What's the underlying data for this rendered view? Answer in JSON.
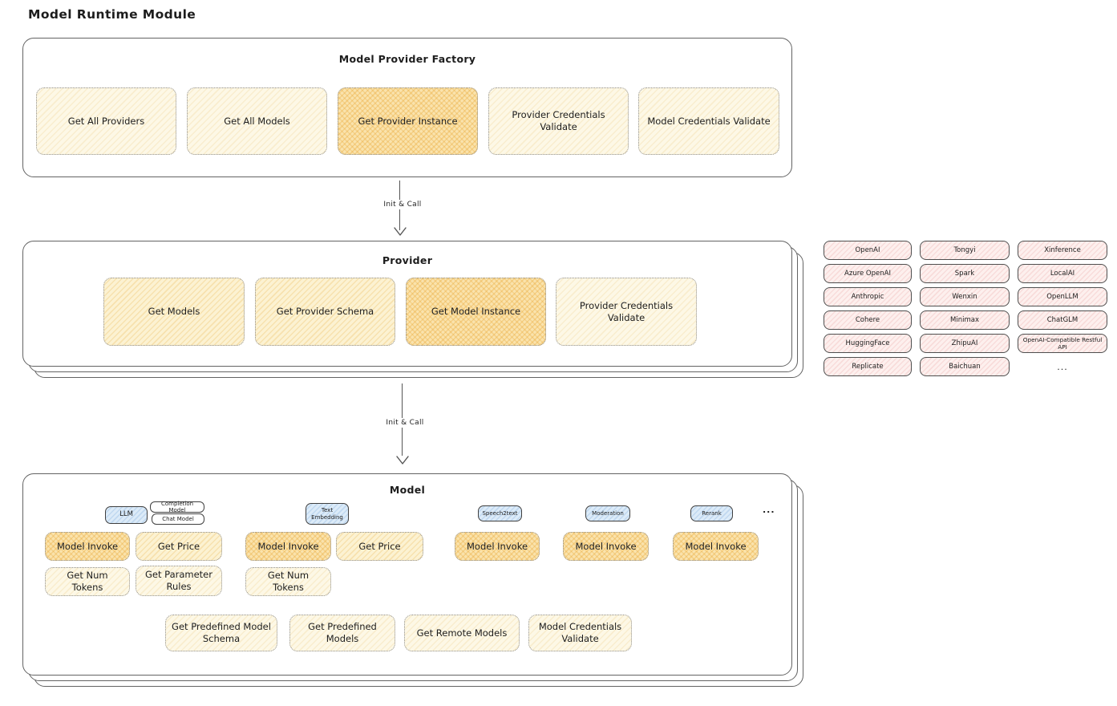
{
  "page": {
    "title": "Model Runtime Module"
  },
  "colors": {
    "node_fill": "#fdf8e6",
    "node_highlight": "#fae3ad",
    "provider_chip_fill": "#fdf0ee",
    "type_tag_fill": "#dcebf8",
    "frame_border": "#636363"
  },
  "factory": {
    "title": "Model Provider Factory",
    "methods": [
      {
        "label": "Get All Providers",
        "highlighted": false
      },
      {
        "label": "Get All Models",
        "highlighted": false
      },
      {
        "label": "Get Provider Instance",
        "highlighted": true
      },
      {
        "label": "Provider Credentials Validate",
        "highlighted": false
      },
      {
        "label": "Model Credentials Validate",
        "highlighted": false
      }
    ]
  },
  "arrows": {
    "factory_to_provider": "Init & Call",
    "provider_to_model": "Init & Call"
  },
  "provider": {
    "title": "Provider",
    "methods": [
      {
        "label": "Get Models",
        "highlighted": false
      },
      {
        "label": "Get Provider Schema",
        "highlighted": false
      },
      {
        "label": "Get Model Instance",
        "highlighted": true
      },
      {
        "label": "Provider Credentials Validate",
        "highlighted": false
      }
    ]
  },
  "providers_list": {
    "items": [
      "OpenAI",
      "Tongyi",
      "Xinference",
      "Azure OpenAI",
      "Spark",
      "LocalAI",
      "Anthropic",
      "Wenxin",
      "OpenLLM",
      "Cohere",
      "Minimax",
      "ChatGLM",
      "HuggingFace",
      "ZhipuAI",
      "OpenAI-Compatible Restful API",
      "Replicate",
      "Baichuan",
      "..."
    ]
  },
  "model": {
    "title": "Model",
    "tags": {
      "llm": "LLM",
      "completion_model": "Completion Model",
      "chat_model": "Chat Model",
      "text_embedding": "Text Embedding",
      "speech2text": "Speech2text",
      "moderation": "Moderation",
      "rerank": "Rerank",
      "ellipsis": "..."
    },
    "methods": {
      "llm_invoke": "Model Invoke",
      "llm_get_price": "Get Price",
      "llm_get_num_tokens": "Get Num Tokens",
      "llm_get_parameter_rules": "Get Parameter Rules",
      "te_invoke": "Model Invoke",
      "te_get_price": "Get Price",
      "te_get_num_tokens": "Get Num Tokens",
      "s2t_invoke": "Model Invoke",
      "moderation_invoke": "Model Invoke",
      "rerank_invoke": "Model Invoke"
    },
    "bottom_methods": [
      "Get Predefined Model Schema",
      "Get Predefined Models",
      "Get Remote Models",
      "Model Credentials Validate"
    ]
  }
}
